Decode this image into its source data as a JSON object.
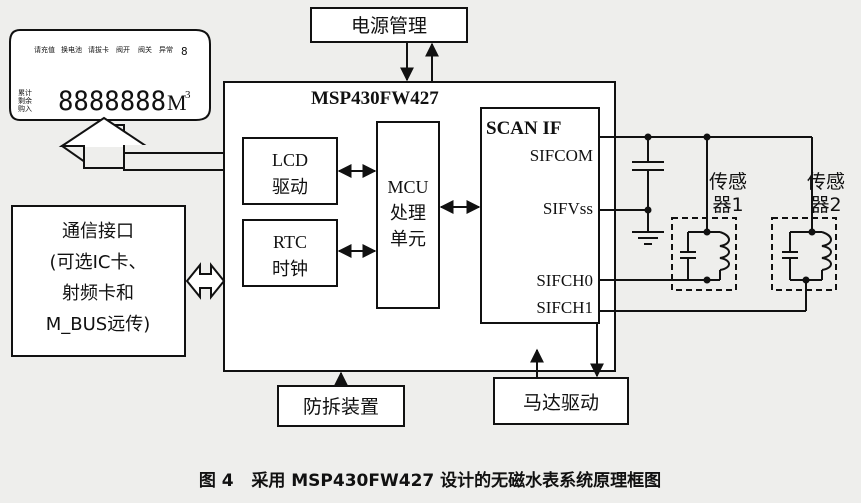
{
  "blocks": {
    "power_mgmt": "电源管理",
    "mcu_chip": "MSP430FW427",
    "lcd_driver": [
      "LCD",
      "驱动"
    ],
    "rtc_clock": [
      "RTC",
      "时钟"
    ],
    "mcu_unit": [
      "MCU",
      "处理",
      "单元"
    ],
    "scan_if": {
      "title": "SCAN IF",
      "sifcom": "SIFCOM",
      "sifvss": "SIFVss",
      "sifch0": "SIFCH0",
      "sifch1": "SIFCH1"
    },
    "comm_port": [
      "通信接口",
      "(可选IC卡、",
      "射频卡和",
      "M_BUS远传)"
    ],
    "tamper": "防拆装置",
    "motor_driver": "马达驱动",
    "sensor1": [
      "传感",
      "器1"
    ],
    "sensor2": [
      "传感",
      "器2"
    ]
  },
  "lcd_display": {
    "indicators": [
      "请充值",
      "换电池",
      "请拔卡",
      "阀开",
      "阀关",
      "异常"
    ],
    "small_digit": "8",
    "labels": [
      "累计",
      "剩余",
      "购入"
    ],
    "digits": "8888888",
    "unit": "M",
    "unit_exp": "3"
  },
  "caption": "图 4   采用 MSP430FW427 设计的无磁水表系统原理框图"
}
